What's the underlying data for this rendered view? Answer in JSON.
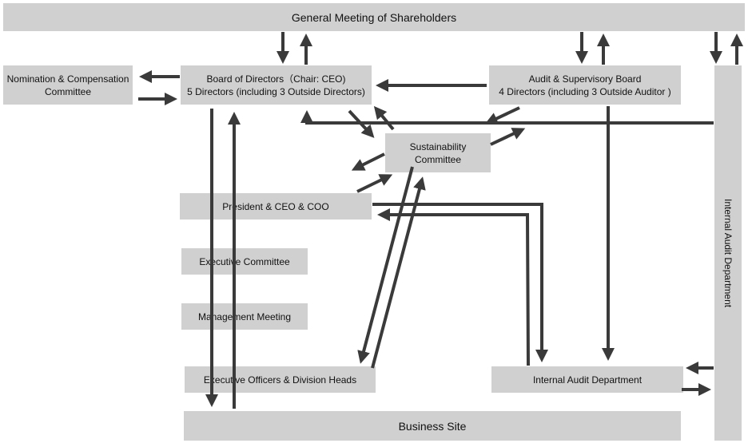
{
  "diagram": {
    "nodes": {
      "shareholders": {
        "label": "General Meeting of Shareholders"
      },
      "nomination": {
        "line1": "Nomination & Compensation",
        "line2": "Committee"
      },
      "board": {
        "line1": "Board of Directors（Chair: CEO)",
        "line2": "5 Directors (including 3 Outside Directors)"
      },
      "audit_board": {
        "line1": "Audit & Supervisory Board",
        "line2": "4 Directors (including 3 Outside Auditor )"
      },
      "sustainability": {
        "line1": "Sustainability",
        "line2": "Committee"
      },
      "president": {
        "label": "President & CEO & COO"
      },
      "exec_committee": {
        "label": "Executive Committee"
      },
      "mgmt_meeting": {
        "label": "Management Meeting"
      },
      "exec_officers": {
        "label": "Executive Officers & Division Heads"
      },
      "internal_audit": {
        "label": "Internal Audit Department"
      },
      "internal_audit_vertical": {
        "label": "Internal Audit Department"
      },
      "business_site": {
        "label": "Business Site"
      }
    },
    "colors": {
      "box": "#d0d0d0",
      "arrow": "#3a3a3a"
    }
  }
}
